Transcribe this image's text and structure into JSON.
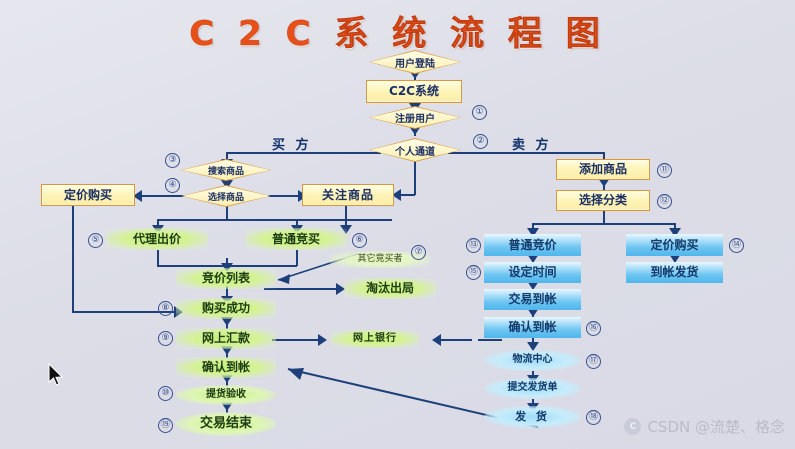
{
  "title": "C 2 C  系 统 流 程 图",
  "background_color": "#dfe0e9",
  "accent_colors": {
    "title": "#e8501a",
    "yellow_fill": "#fdf3b4",
    "yellow_border": "#e0952f",
    "blue_fill": "#6fc6f2",
    "green_fill": "#c4ee7a",
    "connector": "#1d3f7a"
  },
  "branch_labels": {
    "buyer": "买 方",
    "seller": "卖 方"
  },
  "nodes": {
    "login": "用户登陆",
    "c2c_system": "C2C系统",
    "register_user": "注册用户",
    "personal_channel": "个人通道",
    "search_goods": "搜索商品",
    "select_goods": "选择商品",
    "fixed_price_buy_left": "定价购买",
    "watch_goods": "关注商品",
    "agent_bid": "代理出价",
    "normal_bid_buy": "普通竞买",
    "other_bidders": "其它竞买者",
    "bid_list": "竞价列表",
    "eliminated": "淘汰出局",
    "buy_success": "购买成功",
    "online_remit": "网上汇款",
    "online_bank": "网上银行",
    "confirm_receipt_left": "确认到帐",
    "pickup_inspect": "提货验收",
    "trade_end": "交易结束",
    "add_goods": "添加商品",
    "select_category": "选择分类",
    "normal_bid_price": "普通竞价",
    "set_time": "设定时间",
    "trade_to_account": "交易到帐",
    "confirm_receipt_right": "确认到帐",
    "logistics_center": "物流中心",
    "submit_shipping_order": "提交发货单",
    "ship_goods": "发  货",
    "fixed_price_buy_right": "定价购买",
    "ship_on_receipt": "到帐发货"
  },
  "step_numbers": {
    "n1": "①",
    "n2": "②",
    "n3": "③",
    "n4": "④",
    "n5": "⑤",
    "n6": "⑥",
    "n7": "⑦",
    "n8": "⑧",
    "n9": "⑨",
    "n10": "⑩",
    "n11": "⑪",
    "n12": "⑫",
    "n13": "⑬",
    "n14": "⑭",
    "n15": "⑮",
    "n16": "⑯",
    "n17": "⑰",
    "n18": "⑱",
    "n19": "⑲"
  },
  "watermark": {
    "badge": "C",
    "text": "CSDN @流楚、格念"
  }
}
